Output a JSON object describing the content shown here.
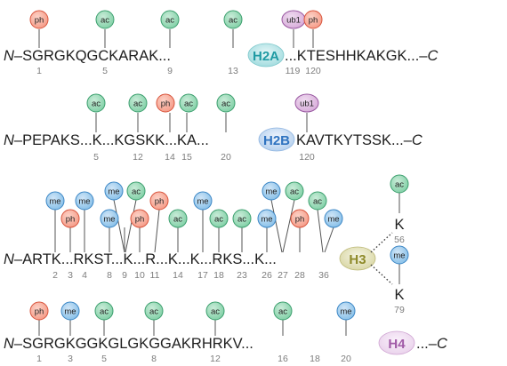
{
  "colors": {
    "ph": "#f59a86",
    "ph_stroke": "#d8543c",
    "ac": "#7fcfa5",
    "ac_stroke": "#3c9f6e",
    "me": "#86bfe8",
    "me_stroke": "#3b86c5",
    "ub1": "#d7abd9",
    "ub1_stroke": "#9a5aa2",
    "H2A": "#a3dcdf",
    "H2A_text": "#1f9aa3",
    "H2B": "#b5d0ee",
    "H2B_text": "#2f73c0",
    "H3": "#d9d7a6",
    "H3_text": "#8e8a2a",
    "H4": "#ead3ec",
    "H4_text": "#a15ba7"
  },
  "histones": [
    {
      "name": "H2A",
      "prefix": "N–",
      "sequence": "SGRGKQGCKARAK...",
      "after": "...KTESHHKAKGK...",
      "suffix": "–C",
      "positions": [
        "1",
        "5",
        "9",
        "13",
        "119",
        "120"
      ],
      "marks": [
        "ph",
        "ac",
        "ac",
        "ac",
        "ub1",
        "ph"
      ]
    },
    {
      "name": "H2B",
      "prefix": "N–",
      "sequence": "PEPAKS...K...KGSKK...KA...",
      "after": "KAVTKYTSSK...",
      "suffix": "–C",
      "positions": [
        "5",
        "12",
        "14",
        "15",
        "20",
        "120"
      ],
      "marks": [
        "ac",
        "ac",
        "ph",
        "ac",
        "ac",
        "ub1"
      ]
    },
    {
      "name": "H3",
      "prefix": "N–",
      "sequence": "ARTK...RKST...K...R...K...K...RKS...K...",
      "positions": [
        "2",
        "3",
        "4",
        "8",
        "9",
        "10",
        "11",
        "14",
        "17",
        "18",
        "23",
        "26",
        "27",
        "28",
        "36",
        "56",
        "79"
      ],
      "marks": [
        "me",
        "ph",
        "me",
        "me",
        "me",
        "ac",
        "ph",
        "ph",
        "ac",
        "me",
        "ac",
        "ac",
        "me",
        "me",
        "ac",
        "ph",
        "ac",
        "me",
        "ac",
        "me"
      ],
      "branches": [
        {
          "residue": "K",
          "position": "56",
          "mark": "ac"
        },
        {
          "residue": "K",
          "position": "79",
          "mark": "me"
        }
      ]
    },
    {
      "name": "H4",
      "prefix": "N–",
      "sequence": "SGRGKGGKGLGKGGAKRHRKV...",
      "after": "...",
      "suffix": "–C",
      "positions": [
        "1",
        "3",
        "5",
        "8",
        "12",
        "16",
        "18",
        "20"
      ],
      "marks": [
        "ph",
        "me",
        "ac",
        "ac",
        "ac",
        "ac",
        "me"
      ]
    }
  ]
}
